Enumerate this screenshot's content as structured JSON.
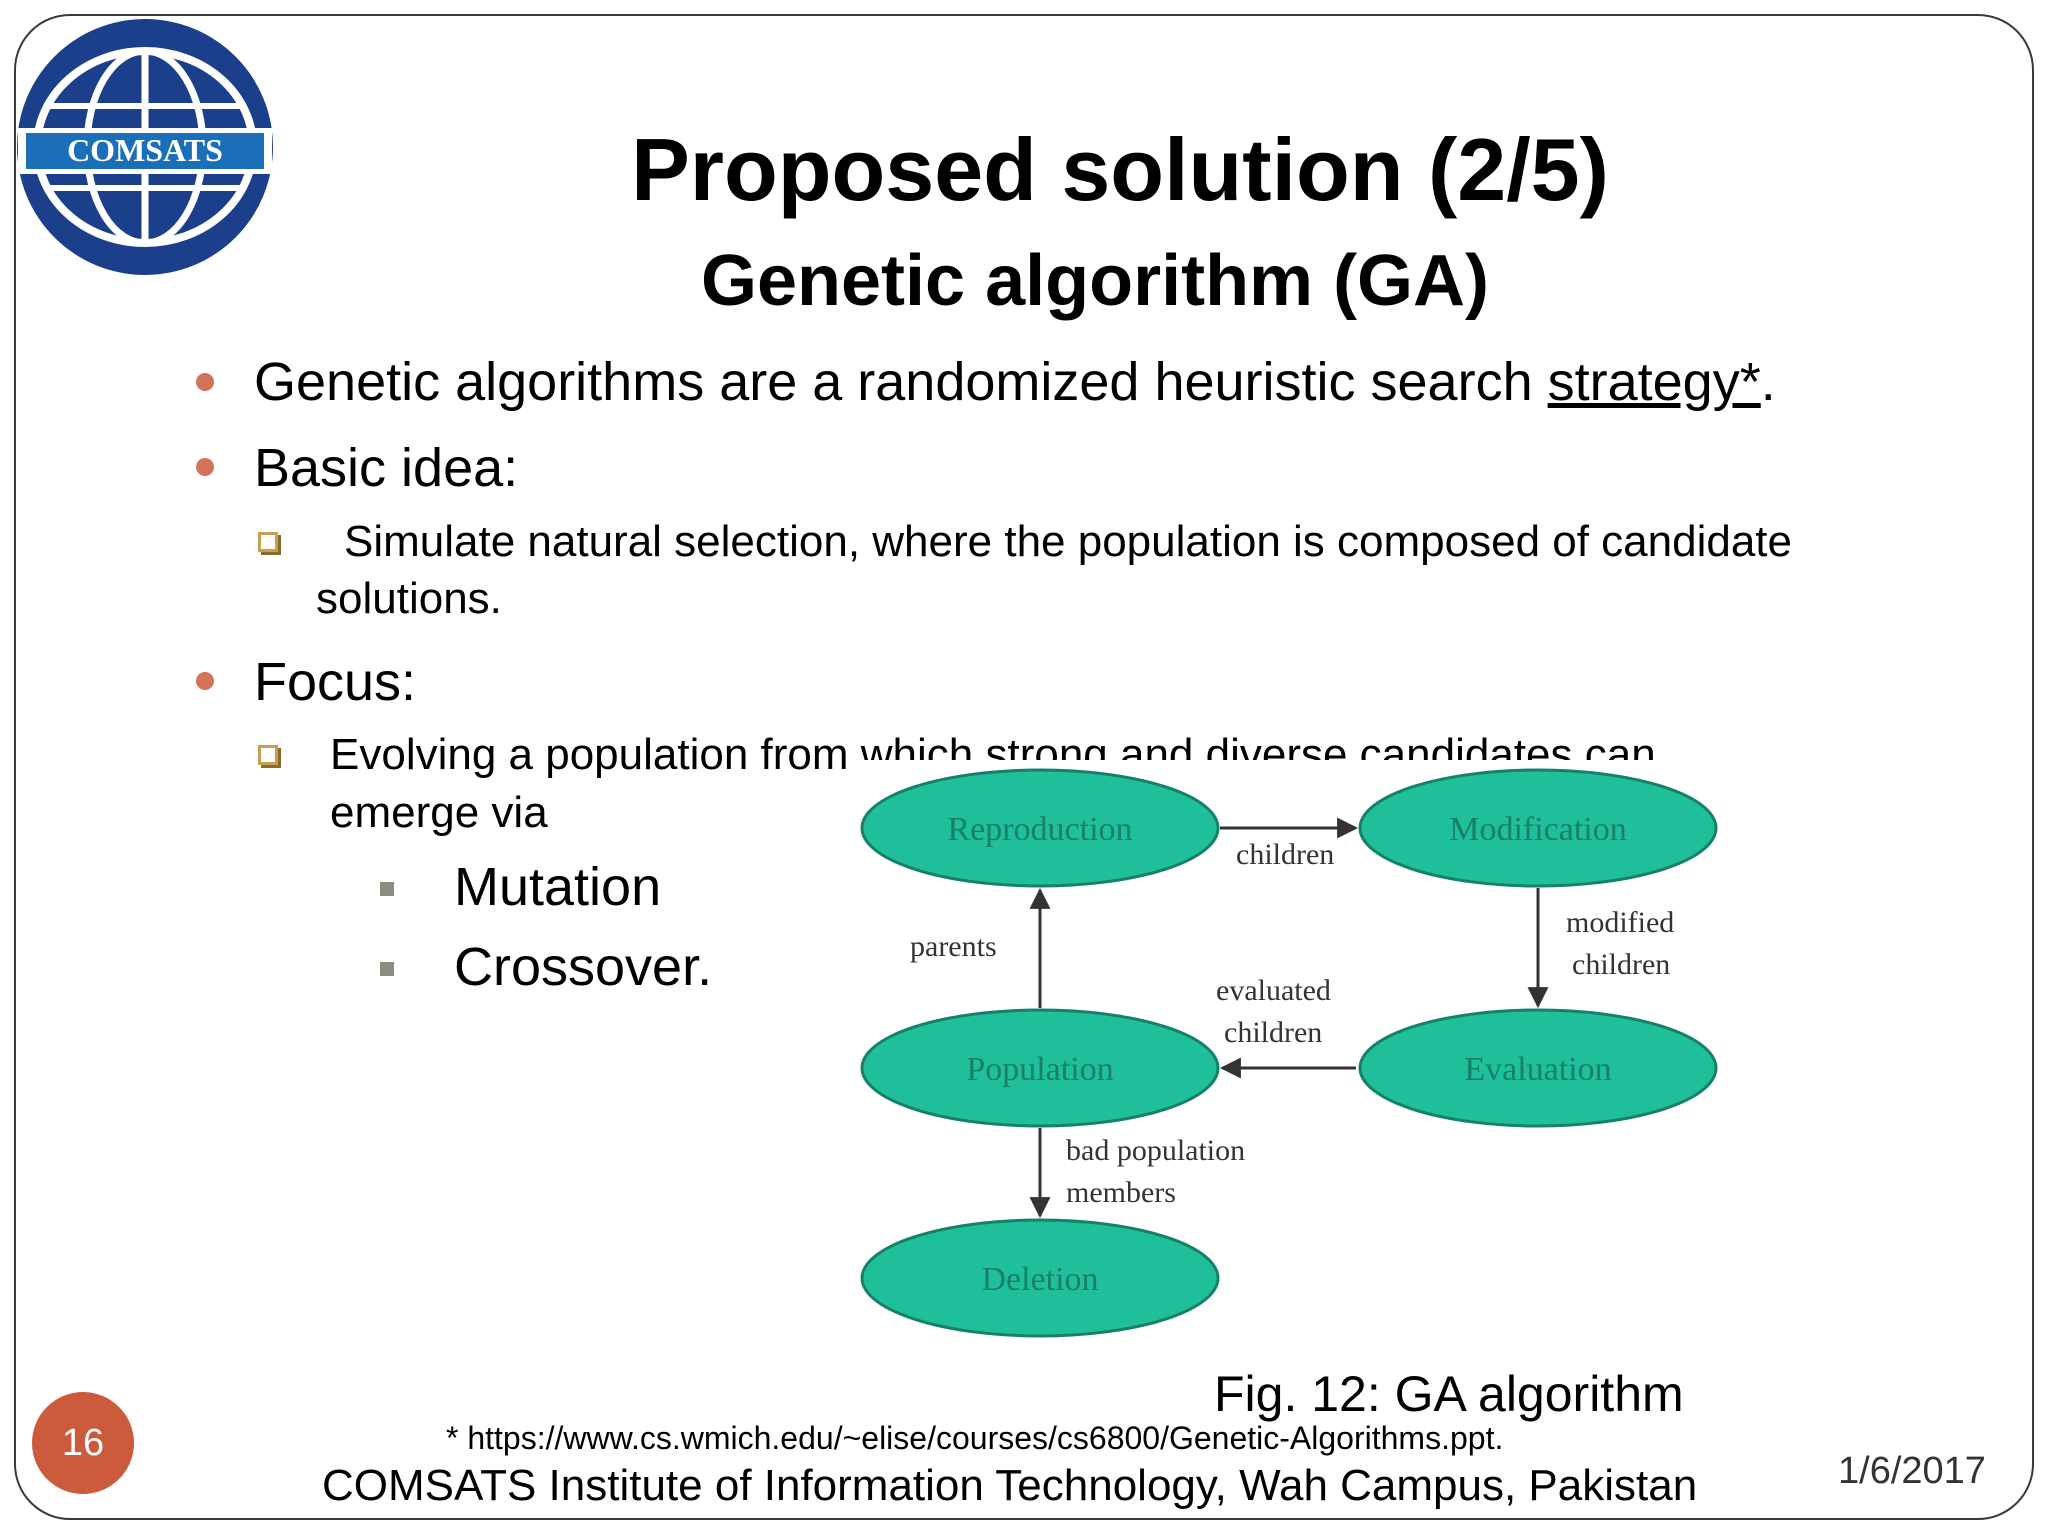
{
  "slide": {
    "title": "Proposed solution (2/5)",
    "subtitle": "Genetic algorithm (GA)",
    "logo_text": "COMSATS",
    "bullets": {
      "b1_prefix": "Genetic algorithms are a randomized heuristic search ",
      "b1_link": "strategy*",
      "b1_suffix": ".",
      "b2": "Basic idea:",
      "b2_sub_line1": "Simulate natural selection, where the population is composed of candidate",
      "b2_sub_line2": "solutions.",
      "b3": "Focus:",
      "b3_sub_line1": "Evolving a population from which strong and diverse     candidates can",
      "b3_sub_line2": "emerge via",
      "b3_items": [
        "Mutation",
        "Crossover."
      ]
    },
    "figure": {
      "nodes": {
        "reproduction": "Reproduction",
        "modification": "Modification",
        "population": "Population",
        "evaluation": "Evaluation",
        "deletion": "Deletion"
      },
      "edges": {
        "children": "children",
        "parents": "parents",
        "modified_1": "modified",
        "modified_2": "children",
        "evaluated_1": "evaluated",
        "evaluated_2": "children",
        "bad_1": "bad population",
        "bad_2": "members"
      },
      "caption": "Fig. 12: GA algorithm"
    },
    "footnote": "* https://www.cs.wmich.edu/~elise/courses/cs6800/Genetic-Algorithms.ppt.",
    "footer": "COMSATS  Institute of Information Technology, Wah Campus, Pakistan",
    "date": "1/6/2017",
    "page_number": "16"
  },
  "colors": {
    "node_fill": "#1fbf9a",
    "bullet_dot": "#d4735c",
    "page_badge": "#cc5a3c",
    "logo_blue": "#1b3f8b"
  }
}
